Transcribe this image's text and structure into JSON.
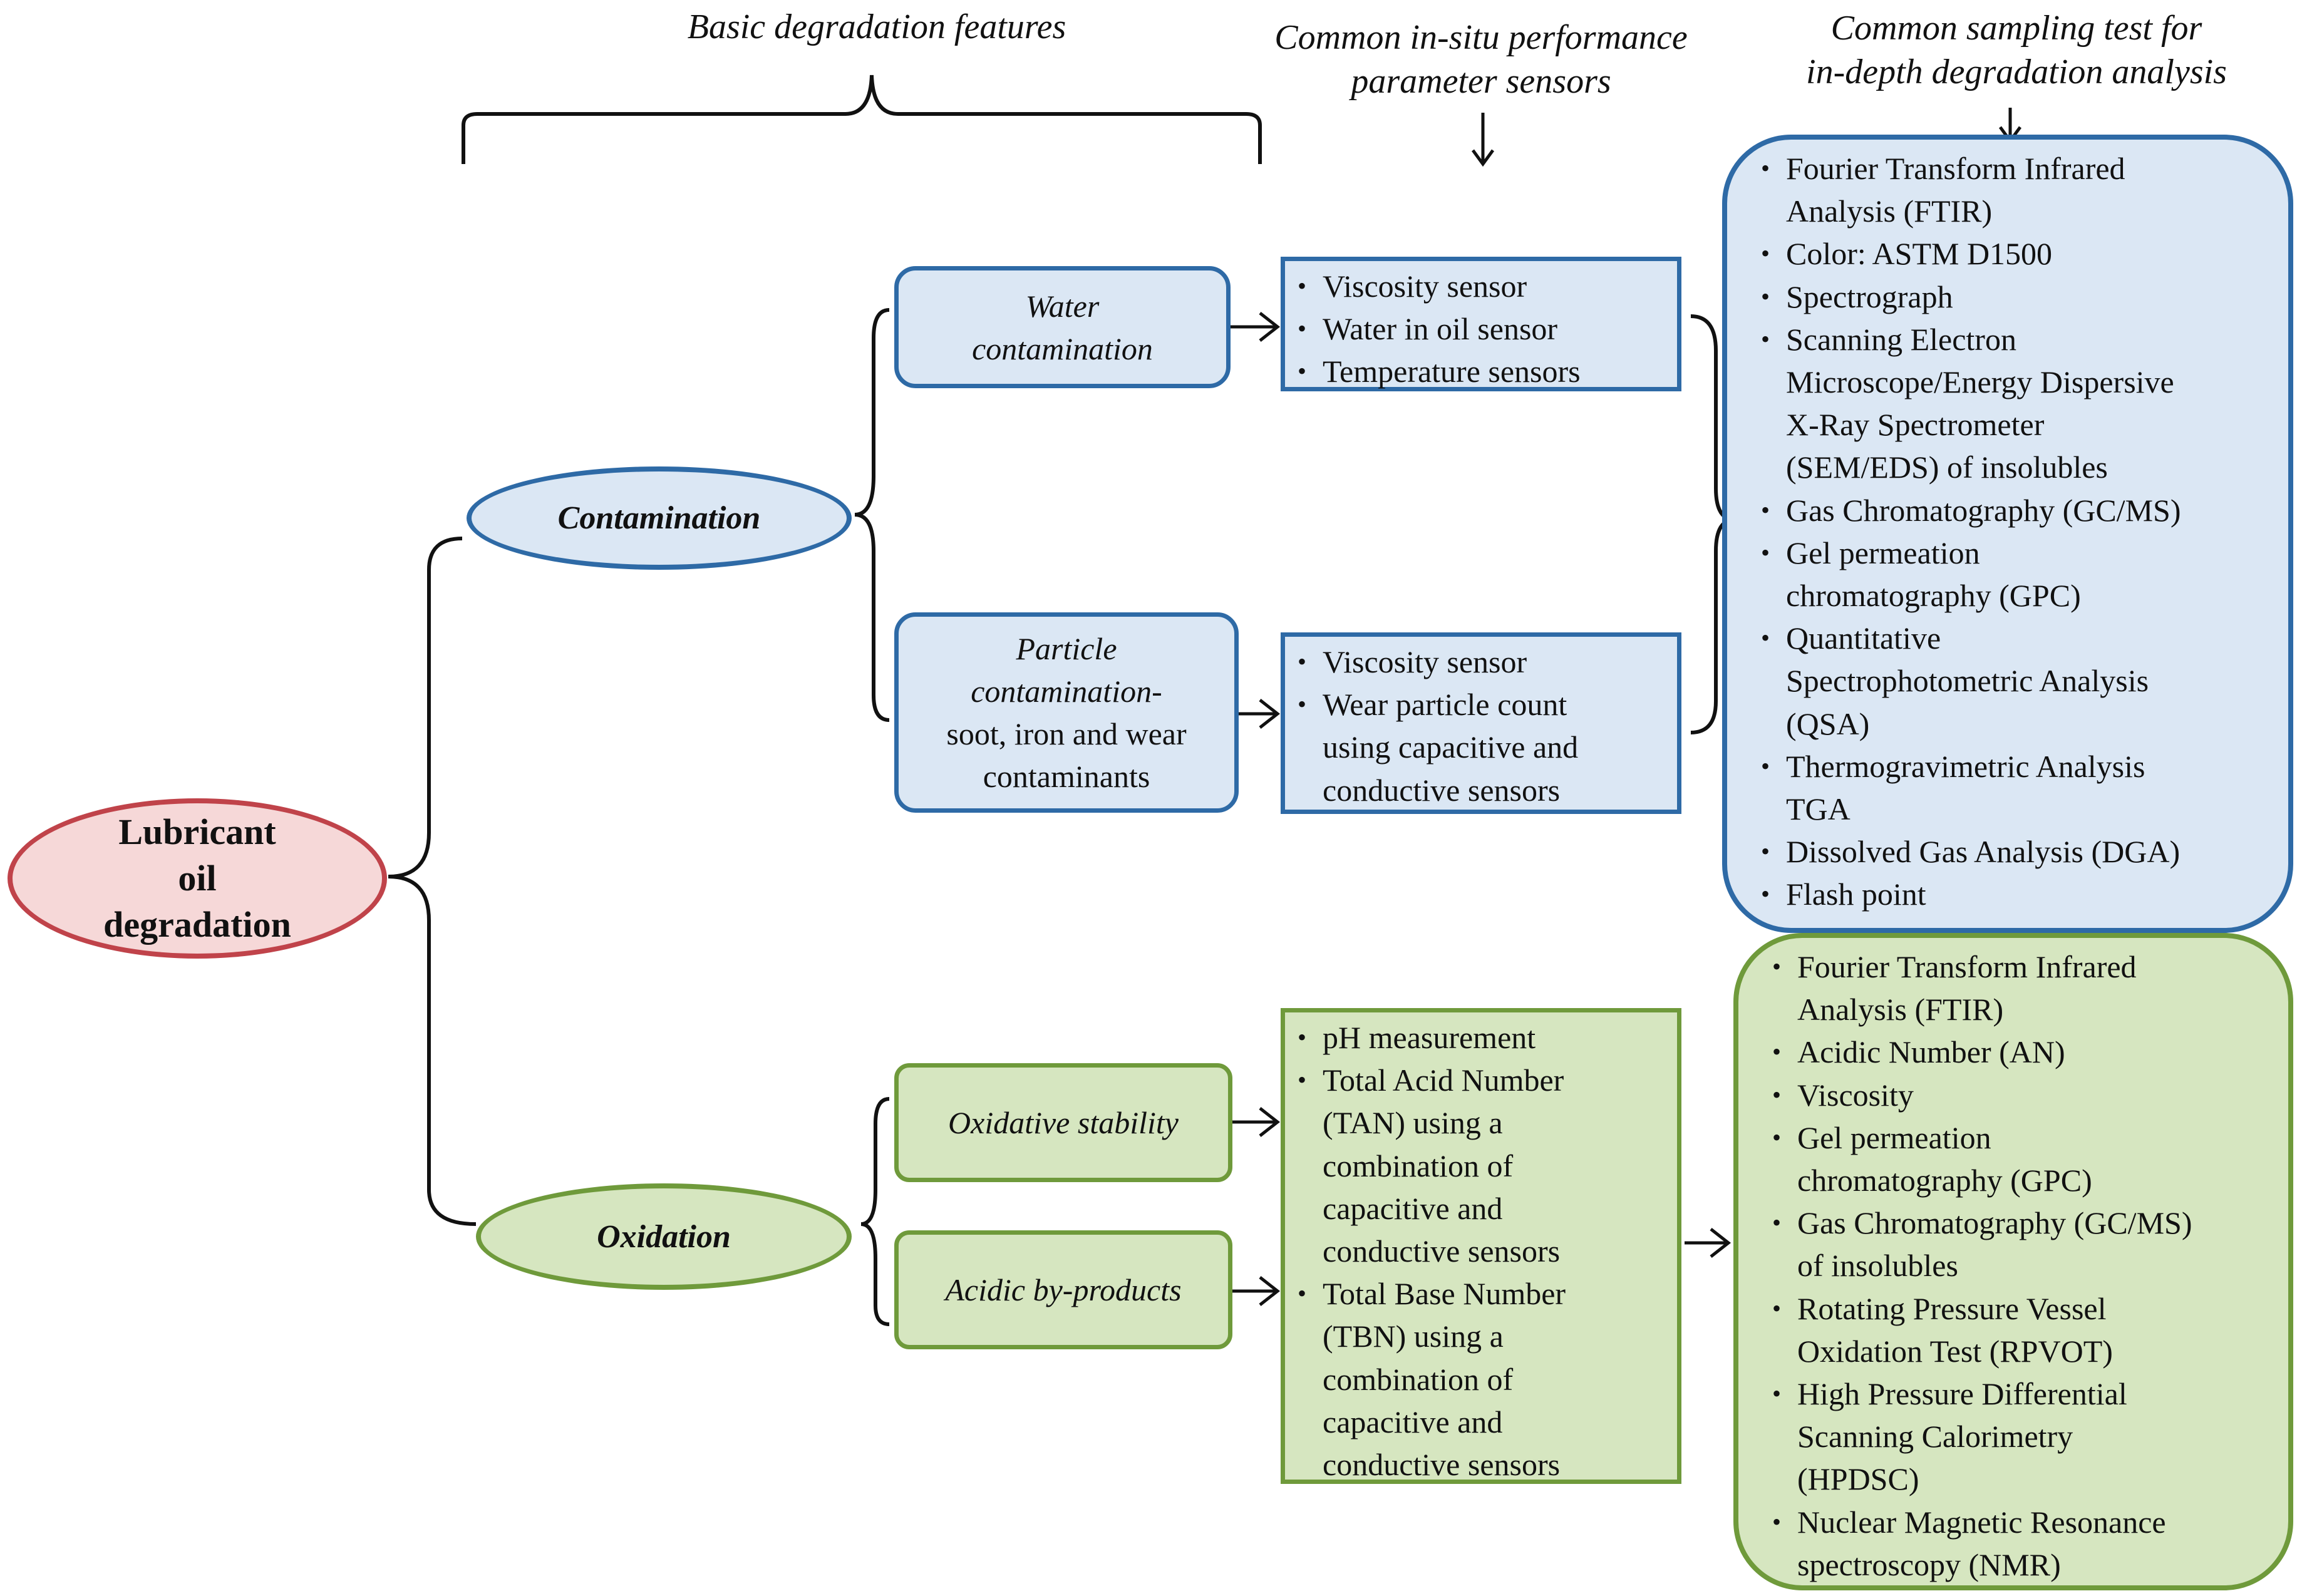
{
  "headers": {
    "basic": "Basic degradation features",
    "insitu_line1": "Common in-situ performance",
    "insitu_line2": "parameter sensors",
    "sampling_line1": "Common sampling test for",
    "sampling_line2": "in-depth degradation analysis"
  },
  "root": {
    "line1": "Lubricant",
    "line2": "oil",
    "line3": "degradation"
  },
  "categories": {
    "contamination": "Contamination",
    "oxidation": "Oxidation"
  },
  "features": {
    "water_line1": "Water",
    "water_line2": "contamination",
    "particle_line1": "Particle",
    "particle_line2": "contamination-",
    "particle_line3": "soot, iron and wear",
    "particle_line4": "contaminants",
    "oxidative_stability": "Oxidative stability",
    "acidic_byproducts": "Acidic by-products"
  },
  "sensors": {
    "water": [
      "Viscosity sensor",
      "Water in oil sensor",
      "Temperature sensors"
    ],
    "particle": [
      "Viscosity sensor",
      "Wear particle count",
      "using capacitive and",
      "conductive sensors"
    ],
    "oxidation": [
      "pH measurement",
      "Total Acid Number",
      "(TAN) using a",
      "combination of",
      "capacitive and",
      "conductive sensors",
      "Total Base Number",
      "(TBN) using a",
      "combination of",
      "capacitive and",
      "conductive sensors"
    ]
  },
  "sampling": {
    "contamination": [
      "Fourier Transform Infrared",
      "Analysis (FTIR)",
      "Color: ASTM D1500",
      "Spectrograph",
      "Scanning Electron",
      "Microscope/Energy Dispersive",
      "X-Ray Spectrometer",
      "(SEM/EDS) of insolubles",
      "Gas Chromatography (GC/MS)",
      "Gel permeation",
      "chromatography (GPC)",
      "Quantitative",
      "Spectrophotometric Analysis",
      "(QSA)",
      "Thermogravimetric Analysis",
      "TGA",
      "Dissolved Gas Analysis (DGA)",
      "Flash point"
    ],
    "oxidation": [
      "Fourier Transform Infrared",
      "Analysis (FTIR)",
      "Acidic Number (AN)",
      "Viscosity",
      "Gel permeation",
      "chromatography (GPC)",
      "Gas Chromatography (GC/MS)",
      "of insolubles",
      "Rotating Pressure Vessel",
      "Oxidation Test (RPVOT)",
      "High Pressure Differential",
      "Scanning Calorimetry",
      "(HPDSC)",
      "Nuclear Magnetic Resonance",
      "spectroscopy (NMR)"
    ]
  },
  "colors": {
    "blue_fill": "#dbe7f4",
    "blue_border": "#2e6aa6",
    "green_fill": "#d6e6c0",
    "green_border": "#6f9a3b",
    "red_fill": "#f6d8d8",
    "red_border": "#c0434a"
  }
}
